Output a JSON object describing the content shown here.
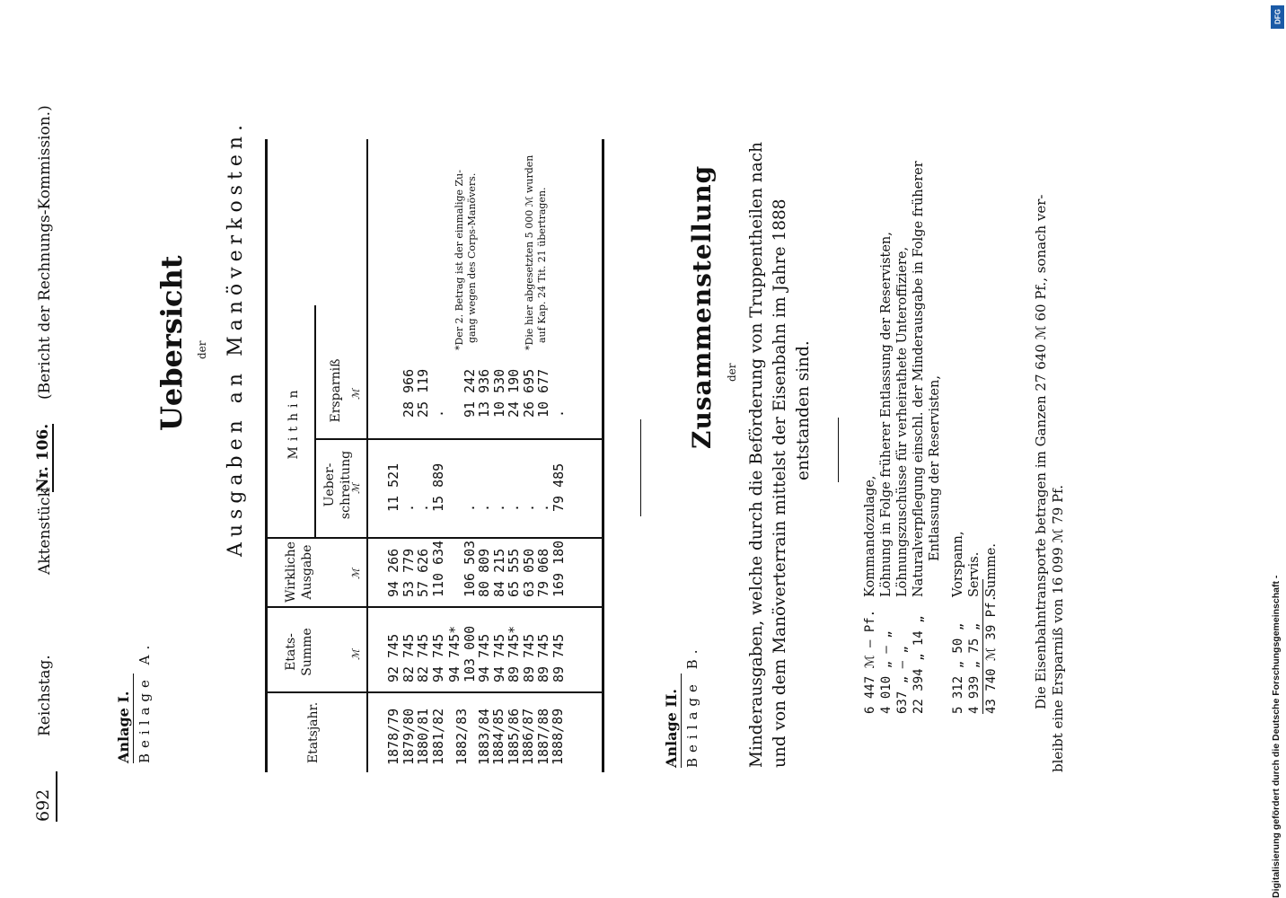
{
  "page": {
    "number": "692",
    "header_left": "Reichstag.",
    "header_akten": "Aktenstück",
    "header_nr": "Nr. 106.",
    "header_right": "(Bericht der Rechnungs-Kommission.)"
  },
  "anlage1": {
    "label": "Anlage I.",
    "beilage": "Beilage A.",
    "title": "Uebersicht",
    "der": "der",
    "subtitle": "Ausgaben an Manöverkosten.",
    "table": {
      "headers": {
        "year": "Etatsjahr.",
        "etat": "Etats-Summe",
        "actual": "Wirkliche Ausgabe",
        "mithin": "Mithin",
        "over": "Ueber-schreitung",
        "saving": "Ersparniß",
        "unit": "ℳ"
      },
      "rows": [
        {
          "year": "1878/79",
          "etat": "92 745",
          "actual": "94 266",
          "over": "11 521",
          "saving": ""
        },
        {
          "year": "1879/80",
          "etat": "82 745",
          "actual": "53 779",
          "over": ".",
          "saving": "28 966"
        },
        {
          "year": "1880/81",
          "etat": "82 745",
          "actual": "57 626",
          "over": ".",
          "saving": "25 119"
        },
        {
          "year": "1881/82",
          "etat": "94 745",
          "actual": "110 634",
          "over": "15 889",
          "saving": "."
        },
        {
          "year": "1882/83",
          "etat": "94 745*",
          "actual": "",
          "over": "",
          "saving": ""
        },
        {
          "year": "",
          "etat": "103 000",
          "actual": "106 503",
          "over": ".",
          "saving": "91 242"
        },
        {
          "year": "1883/84",
          "etat": "94 745",
          "actual": "80 809",
          "over": ".",
          "saving": "13 936"
        },
        {
          "year": "1884/85",
          "etat": "94 745",
          "actual": "84 215",
          "over": ".",
          "saving": "10 530"
        },
        {
          "year": "1885/86",
          "etat": "89 745*",
          "actual": "65 555",
          "over": ".",
          "saving": "24 190"
        },
        {
          "year": "1886/87",
          "etat": "89 745",
          "actual": "63 050",
          "over": ".",
          "saving": "26 695"
        },
        {
          "year": "1887/88",
          "etat": "89 745",
          "actual": "79 068",
          "over": ".",
          "saving": "10 677"
        },
        {
          "year": "1888/89",
          "etat": "89 745",
          "actual": "169 180",
          "over": "79 485",
          "saving": "."
        }
      ]
    },
    "footnotes": [
      "*Der 2. Betrag ist der einmalige Zu-",
      "gang wegen des Corps-Manövers.",
      "*Die hier abgesetzten 5 000 ℳ wurden",
      "auf Kap. 24 Tit. 21 übertragen."
    ]
  },
  "anlage2": {
    "label": "Anlage II.",
    "beilage": "Beilage B.",
    "title": "Zusammenstellung",
    "der": "der",
    "para": [
      "Minderausgaben, welche durch die Beförderung von Truppentheilen nach",
      "und von dem Manöverterrain mittelst der Eisenbahn im Jahre 1888",
      "entstanden sind."
    ],
    "items": [
      {
        "amount": "6 447 ℳ — Pf.",
        "text": "Kommandozulage,"
      },
      {
        "amount": "4 010 „ — „",
        "text": "Löhnung in Folge früherer Entlassung der Reservisten,"
      },
      {
        "amount": "637 „ — „",
        "text": "Löhnungszuschüsse für verheirathete Unteroffiziere,"
      },
      {
        "amount": "22 394 „ 14 „",
        "text": "Naturalverpflegung einschl. der Minderausgabe in Folge früherer"
      },
      {
        "amount": "",
        "text": "Entlassung der Reservisten,"
      },
      {
        "amount": "5 312 „ 50 „",
        "text": "Vorspann,"
      },
      {
        "amount": "4 939 „ 75 „",
        "text": "Servis."
      },
      {
        "amount": "43 740 ℳ 39 Pf.",
        "text": "Summe."
      }
    ],
    "closing": [
      "Die Eisenbahntransporte betragen im Ganzen 27 640 ℳ 60 Pf., sonach ver-",
      "bleibt eine Ersparniß von 16 099 ℳ 79 Pf."
    ]
  },
  "sidebar": {
    "credit": "Digitalisierung gefördert durch die Deutsche Forschungsgemeinschaft -",
    "logo": "DFG"
  }
}
